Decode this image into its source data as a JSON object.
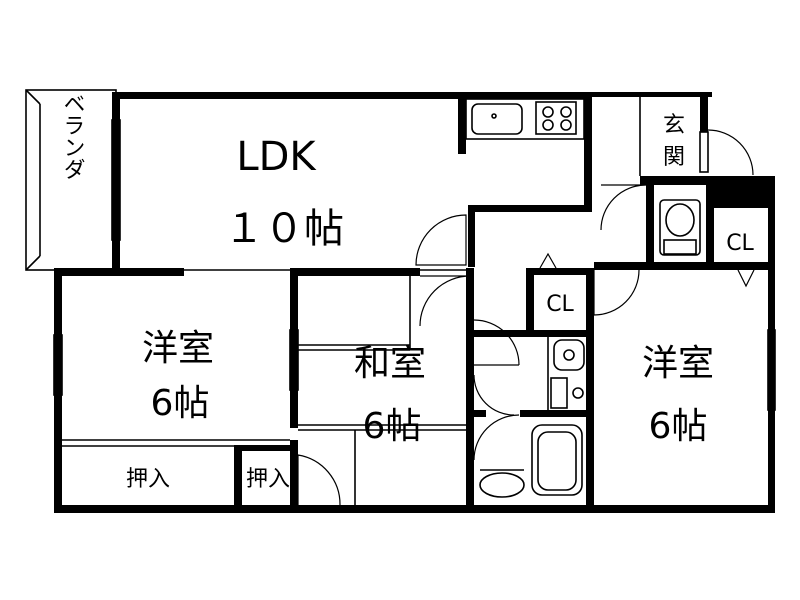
{
  "rooms": {
    "balcony": "ベランダ",
    "ldk_name": "LDK",
    "ldk_size": "１０帖",
    "entrance_1": "玄",
    "entrance_2": "関",
    "cl_right": "CL",
    "cl_center": "CL",
    "western_left_name": "洋室",
    "western_left_size": "6帖",
    "japanese_name": "和室",
    "japanese_size": "6帖",
    "western_right_name": "洋室",
    "western_right_size": "6帖",
    "closet_left": "押入",
    "closet_mid": "押入"
  }
}
